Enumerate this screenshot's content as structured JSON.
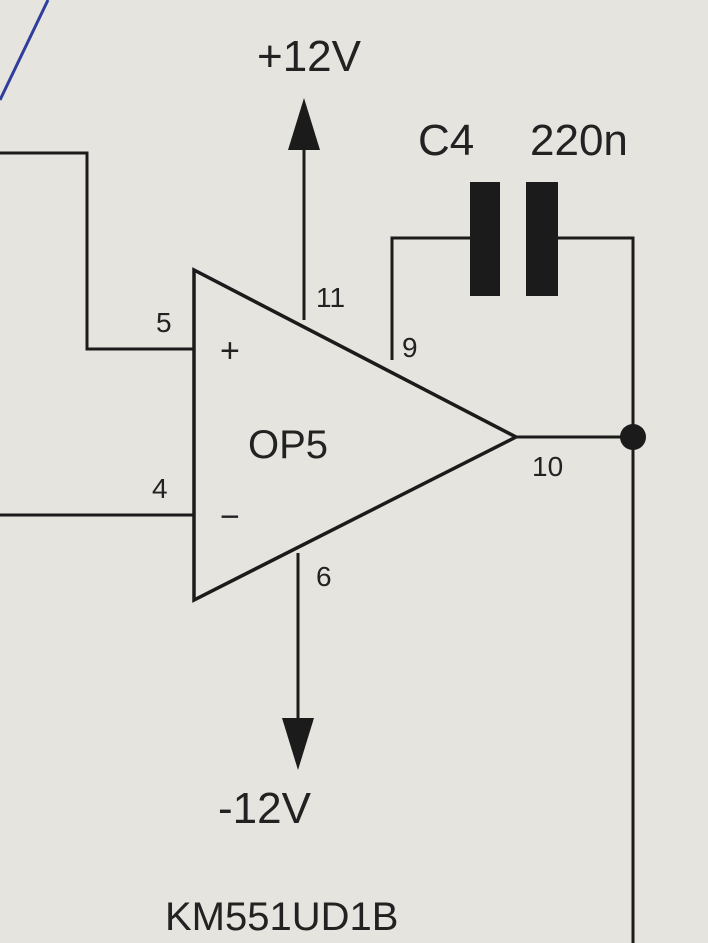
{
  "supply": {
    "positive": "+12V",
    "negative": "-12V"
  },
  "capacitor": {
    "ref": "C4",
    "value": "220n"
  },
  "opamp": {
    "ref": "OP5",
    "part": "KM551UD1B",
    "plus_sign": "+",
    "minus_sign": "−",
    "pins": {
      "noninv": "5",
      "inv": "4",
      "vpos": "11",
      "vneg": "6",
      "comp": "9",
      "out": "10"
    }
  },
  "colors": {
    "paper": "#e6e4df",
    "ink": "#1b1b1b",
    "pen": "#2f3e9e"
  }
}
